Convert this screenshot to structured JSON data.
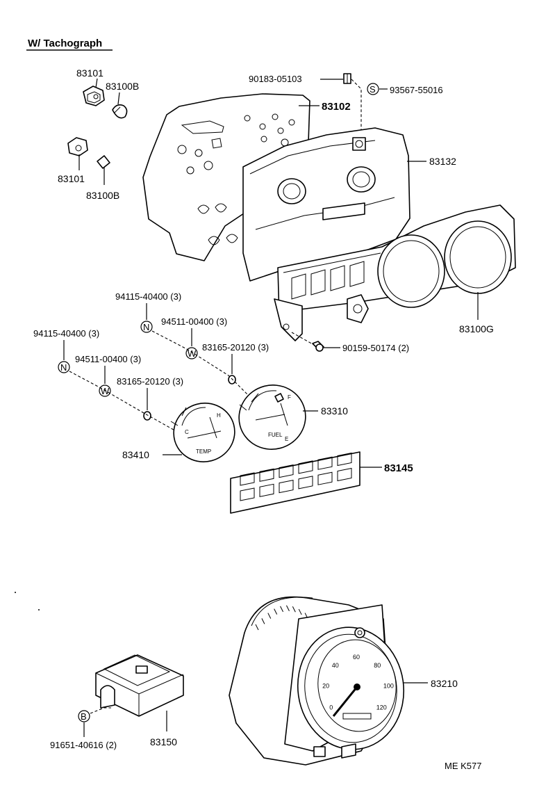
{
  "title": "W/ Tachograph",
  "footer": "ME  K577",
  "labels": {
    "p83101a": "83101",
    "p83100Ba": "83100B",
    "p83101b": "83101",
    "p83100Bb": "83100B",
    "p90183": "90183-05103",
    "p93567": "93567-55016",
    "p83102": "83102",
    "p83132": "83132",
    "p83100G": "83100G",
    "p94115a": "94115-40400 (3)",
    "p94511a": "94511-00400 (3)",
    "p83165a": "83165-20120 (3)",
    "p90159": "90159-50174 (2)",
    "p94115b": "94115-40400 (3)",
    "p94511b": "94511-00400 (3)",
    "p83165b": "83165-20120 (3)",
    "p83310": "83310",
    "p83410": "83410",
    "p83145": "83145",
    "p83210": "83210",
    "p83150": "83150",
    "p91651": "91651-40616 (2)"
  },
  "symbols": {
    "s": "S",
    "n": "N",
    "w": "W",
    "b": "B"
  },
  "gauge_text": {
    "temp": "TEMP",
    "fuel": "FUEL",
    "h": "H",
    "c": "C",
    "f": "F",
    "e": "E"
  },
  "speedo_ticks": [
    "0",
    "20",
    "40",
    "60",
    "80",
    "100",
    "120"
  ]
}
